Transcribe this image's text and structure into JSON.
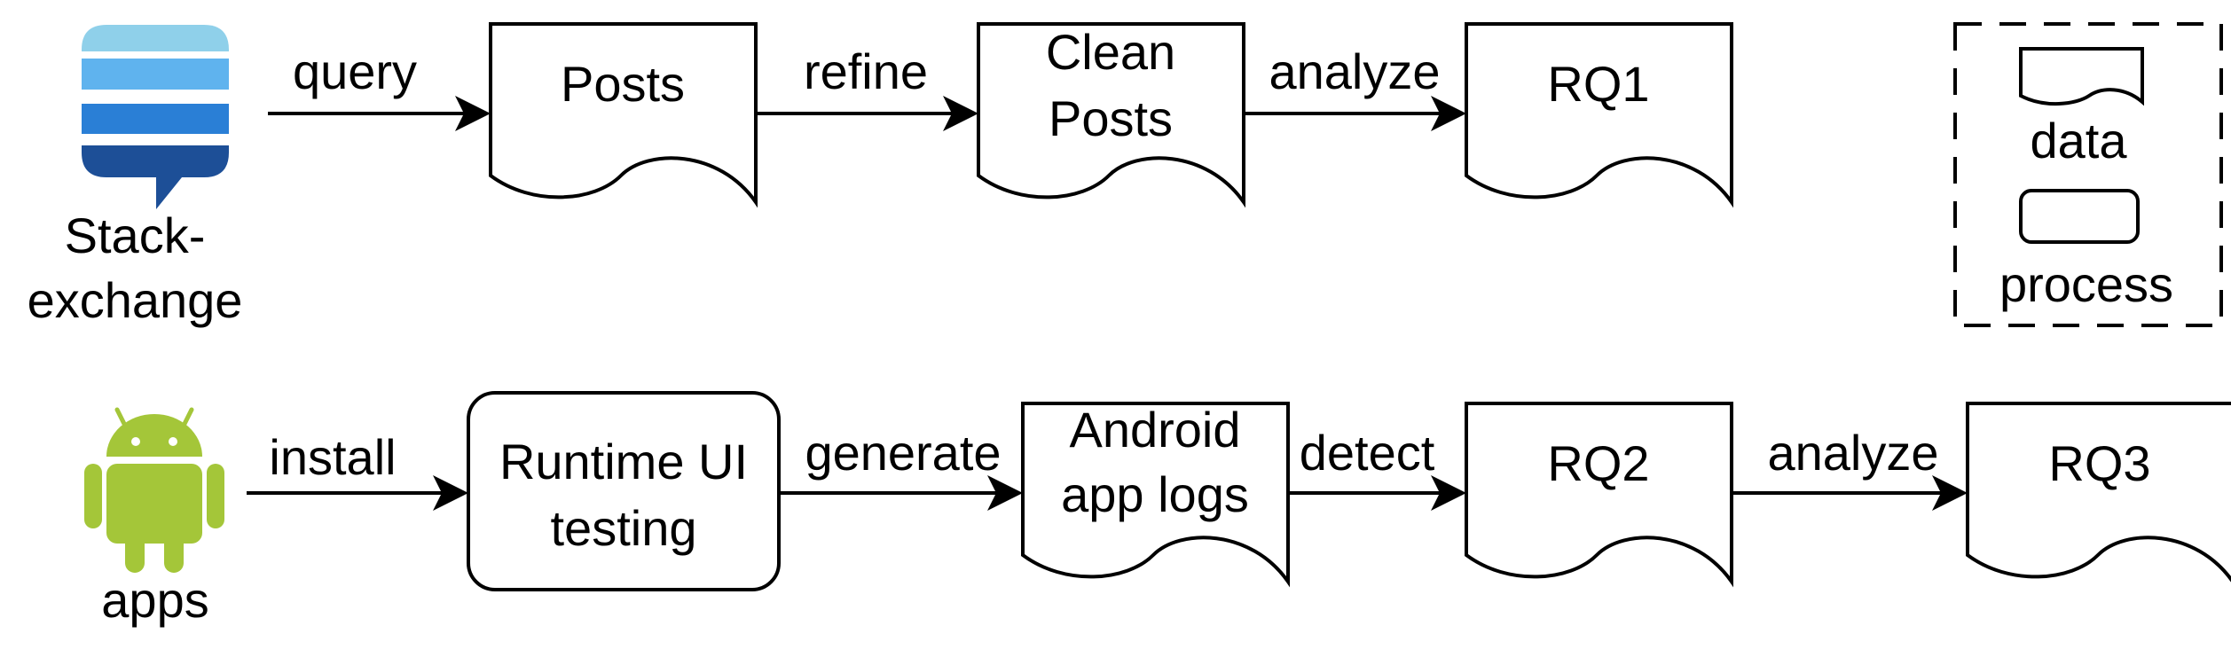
{
  "sources": {
    "stackexchange": {
      "icon": "stackexchange-icon",
      "label_line1": "Stack-",
      "label_line2": "exchange"
    },
    "android": {
      "icon": "android-icon",
      "label": "apps"
    }
  },
  "nodes": {
    "posts": "Posts",
    "clean_posts_line1": "Clean",
    "clean_posts_line2": "Posts",
    "rq1": "RQ1",
    "runtime_line1": "Runtime UI",
    "runtime_line2": "testing",
    "logs_line1": "Android",
    "logs_line2": "app logs",
    "rq2": "RQ2",
    "rq3": "RQ3"
  },
  "edges": {
    "query": "query",
    "refine": "refine",
    "analyze_top": "analyze",
    "install": "install",
    "generate": "generate",
    "detect": "detect",
    "analyze_bottom": "analyze"
  },
  "legend": {
    "data": "data",
    "process": "process"
  },
  "colors": {
    "se_light": "#8fd0ea",
    "se_mid": "#5fb3ee",
    "se_blue": "#2a7fd6",
    "se_dark": "#1d4f97",
    "android_green": "#a4c639"
  }
}
